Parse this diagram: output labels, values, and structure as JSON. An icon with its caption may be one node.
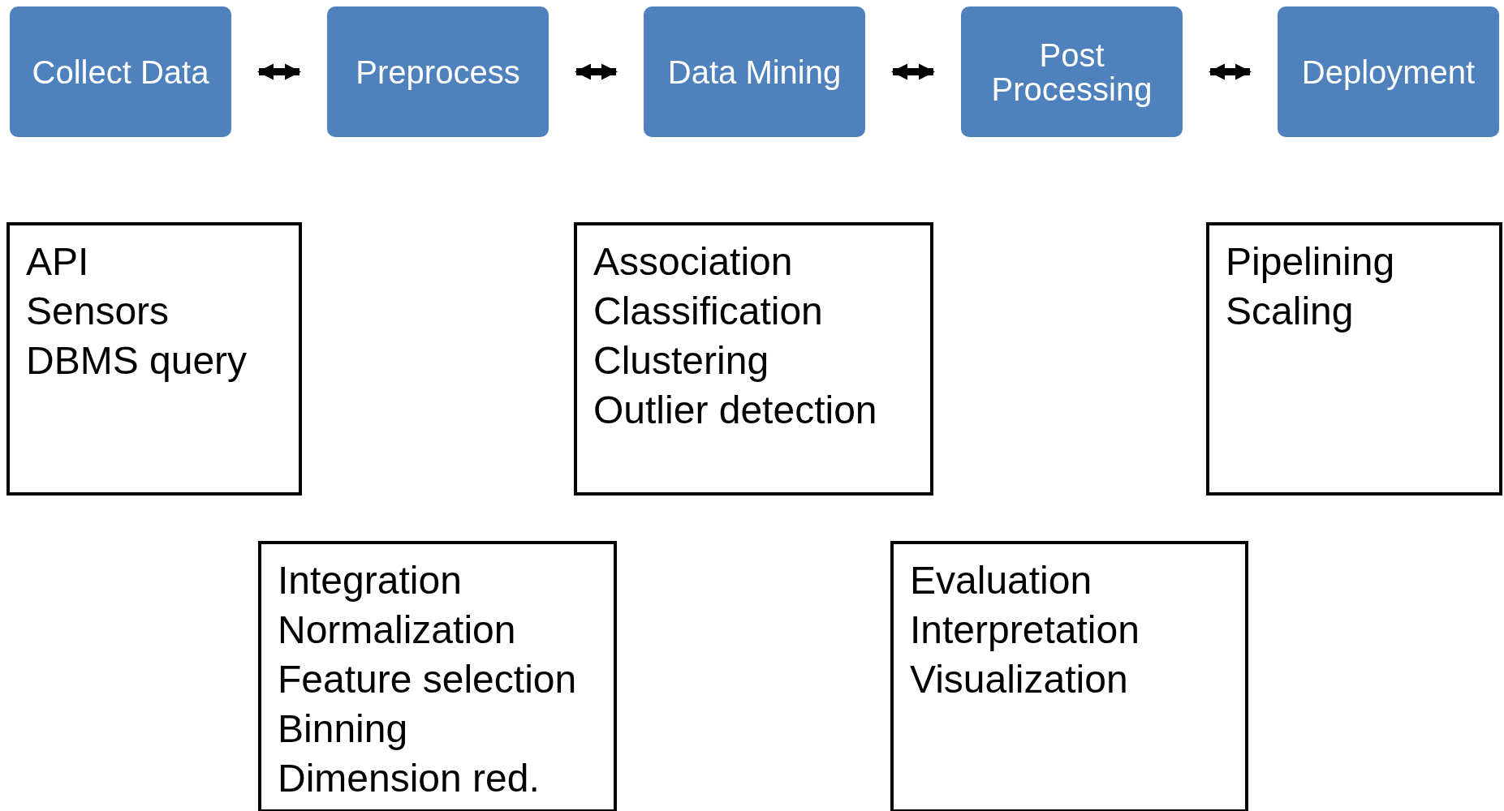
{
  "diagram": {
    "nodes": [
      {
        "text": [
          "Collect Data"
        ]
      },
      {
        "text": [
          "Preprocess"
        ]
      },
      {
        "text": [
          "Data Mining"
        ]
      },
      {
        "text": [
          "Post Processing"
        ]
      },
      {
        "text": [
          "Deployment"
        ]
      },
      {
        "text": [
          "API",
          "Sensors",
          "DBMS query"
        ]
      },
      {
        "text": [
          "Association",
          "Classification",
          "Clustering",
          "Outlier detection"
        ]
      },
      {
        "text": [
          "Pipelining",
          "Scaling"
        ]
      },
      {
        "text": [
          "Integration",
          "Normalization",
          "Feature selection",
          "Binning",
          "Dimension red."
        ]
      },
      {
        "text": [
          "Evaluation",
          "Interpretation",
          "Visualization"
        ]
      }
    ],
    "edges": [
      {
        "from": 0,
        "to": 1,
        "arrow": "both"
      },
      {
        "from": 1,
        "to": 2,
        "arrow": "both"
      },
      {
        "from": 2,
        "to": 3,
        "arrow": "both"
      },
      {
        "from": 3,
        "to": 4,
        "arrow": "both"
      }
    ]
  }
}
